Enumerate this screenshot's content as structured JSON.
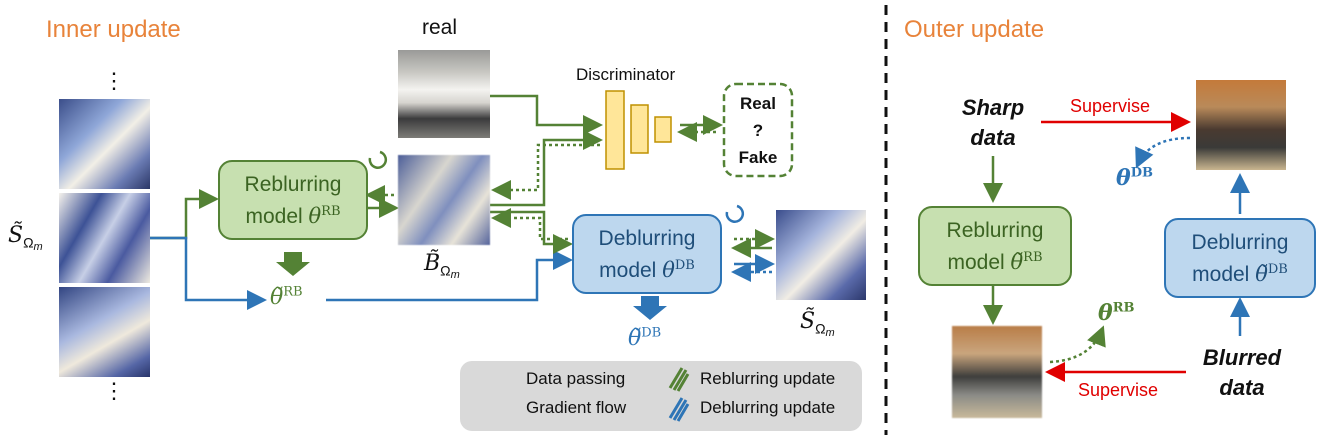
{
  "inner": {
    "title": "Inner update",
    "real_label": "real",
    "discriminator_label": "Discriminator",
    "real_fake": {
      "line1": "Real",
      "line2": "?",
      "line3": "Fake"
    },
    "reblur_model": {
      "line1": "Reblurring",
      "line2": "model",
      "param": "θ",
      "sup": "RB"
    },
    "deblur_model": {
      "line1": "Deblurring",
      "line2": "model",
      "param": "θ",
      "sup": "DB"
    },
    "theta_rb_tilde": {
      "sym": "θ̃",
      "sup": "RB"
    },
    "theta_db_tilde": {
      "sym": "θ̃",
      "sup": "DB"
    },
    "s_left": {
      "sym": "S̃",
      "sub": "Ω",
      "subsub": "m"
    },
    "s_right": {
      "sym": "S̃",
      "sub": "Ω",
      "subsub": "m"
    },
    "b_label": {
      "sym": "B̃",
      "sub": "Ω",
      "subsub": "m"
    },
    "dots_top": "⋮",
    "dots_bottom": "⋮"
  },
  "legend": {
    "data_passing": "Data passing",
    "gradient_flow": "Gradient flow",
    "reblurring_update": "Reblurring update",
    "deblurring_update": "Deblurring update"
  },
  "outer": {
    "title": "Outer update",
    "sharp_data": {
      "line1": "Sharp",
      "line2": "data"
    },
    "blurred_data": {
      "line1": "Blurred",
      "line2": "data"
    },
    "supervise_top": "Supervise",
    "supervise_bottom": "Supervise",
    "reblur_model": {
      "line1": "Reblurring",
      "line2": "model",
      "param": "θ̃",
      "sup": "RB"
    },
    "deblur_model": {
      "line1": "Deblurring",
      "line2": "model",
      "param": "θ̃",
      "sup": "DB"
    },
    "theta_db": {
      "sym": "θ",
      "sup": "DB"
    },
    "theta_rb": {
      "sym": "θ",
      "sup": "RB"
    }
  },
  "colors": {
    "green": "#548235",
    "blue": "#2e75b6",
    "orange": "#e8833a",
    "red": "#e00000",
    "yellow": "#ffe699"
  },
  "icons": [
    "refresh-icon",
    "down-arrow-icon",
    "brush-stroke-icon"
  ]
}
